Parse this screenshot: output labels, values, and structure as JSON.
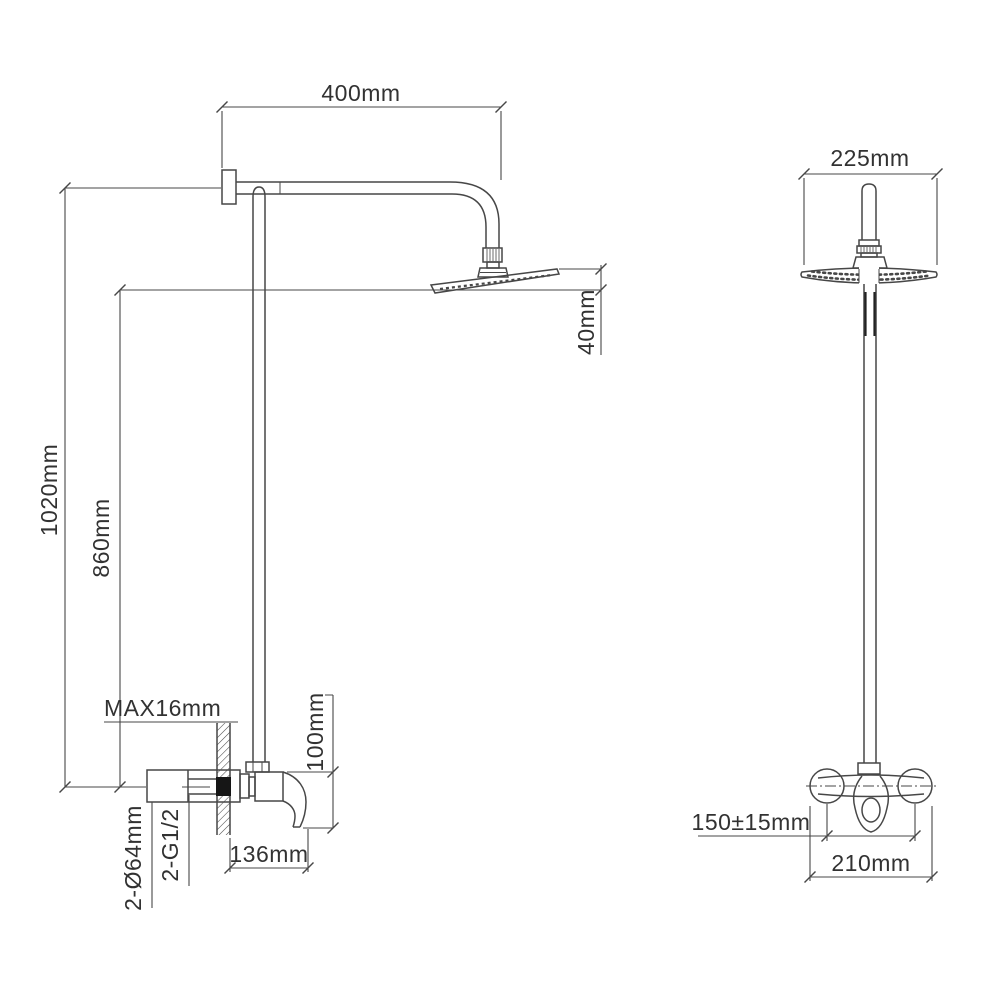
{
  "colors": {
    "ink": "#474747",
    "text": "#323232",
    "background": "#ffffff"
  },
  "drawing": {
    "side_view": {
      "arm_length": "400mm",
      "head_drop": "40mm",
      "total_height": "1020mm",
      "riser_height": "860mm",
      "max_wall_thickness": "MAX16mm",
      "handle_drop": "100mm",
      "valve_projection": "136mm",
      "flange_note": "2-Ø64mm",
      "thread_note": "2-G1/2"
    },
    "front_view": {
      "head_diameter": "225mm",
      "inlet_spacing": "150±15mm",
      "valve_width": "210mm"
    }
  }
}
